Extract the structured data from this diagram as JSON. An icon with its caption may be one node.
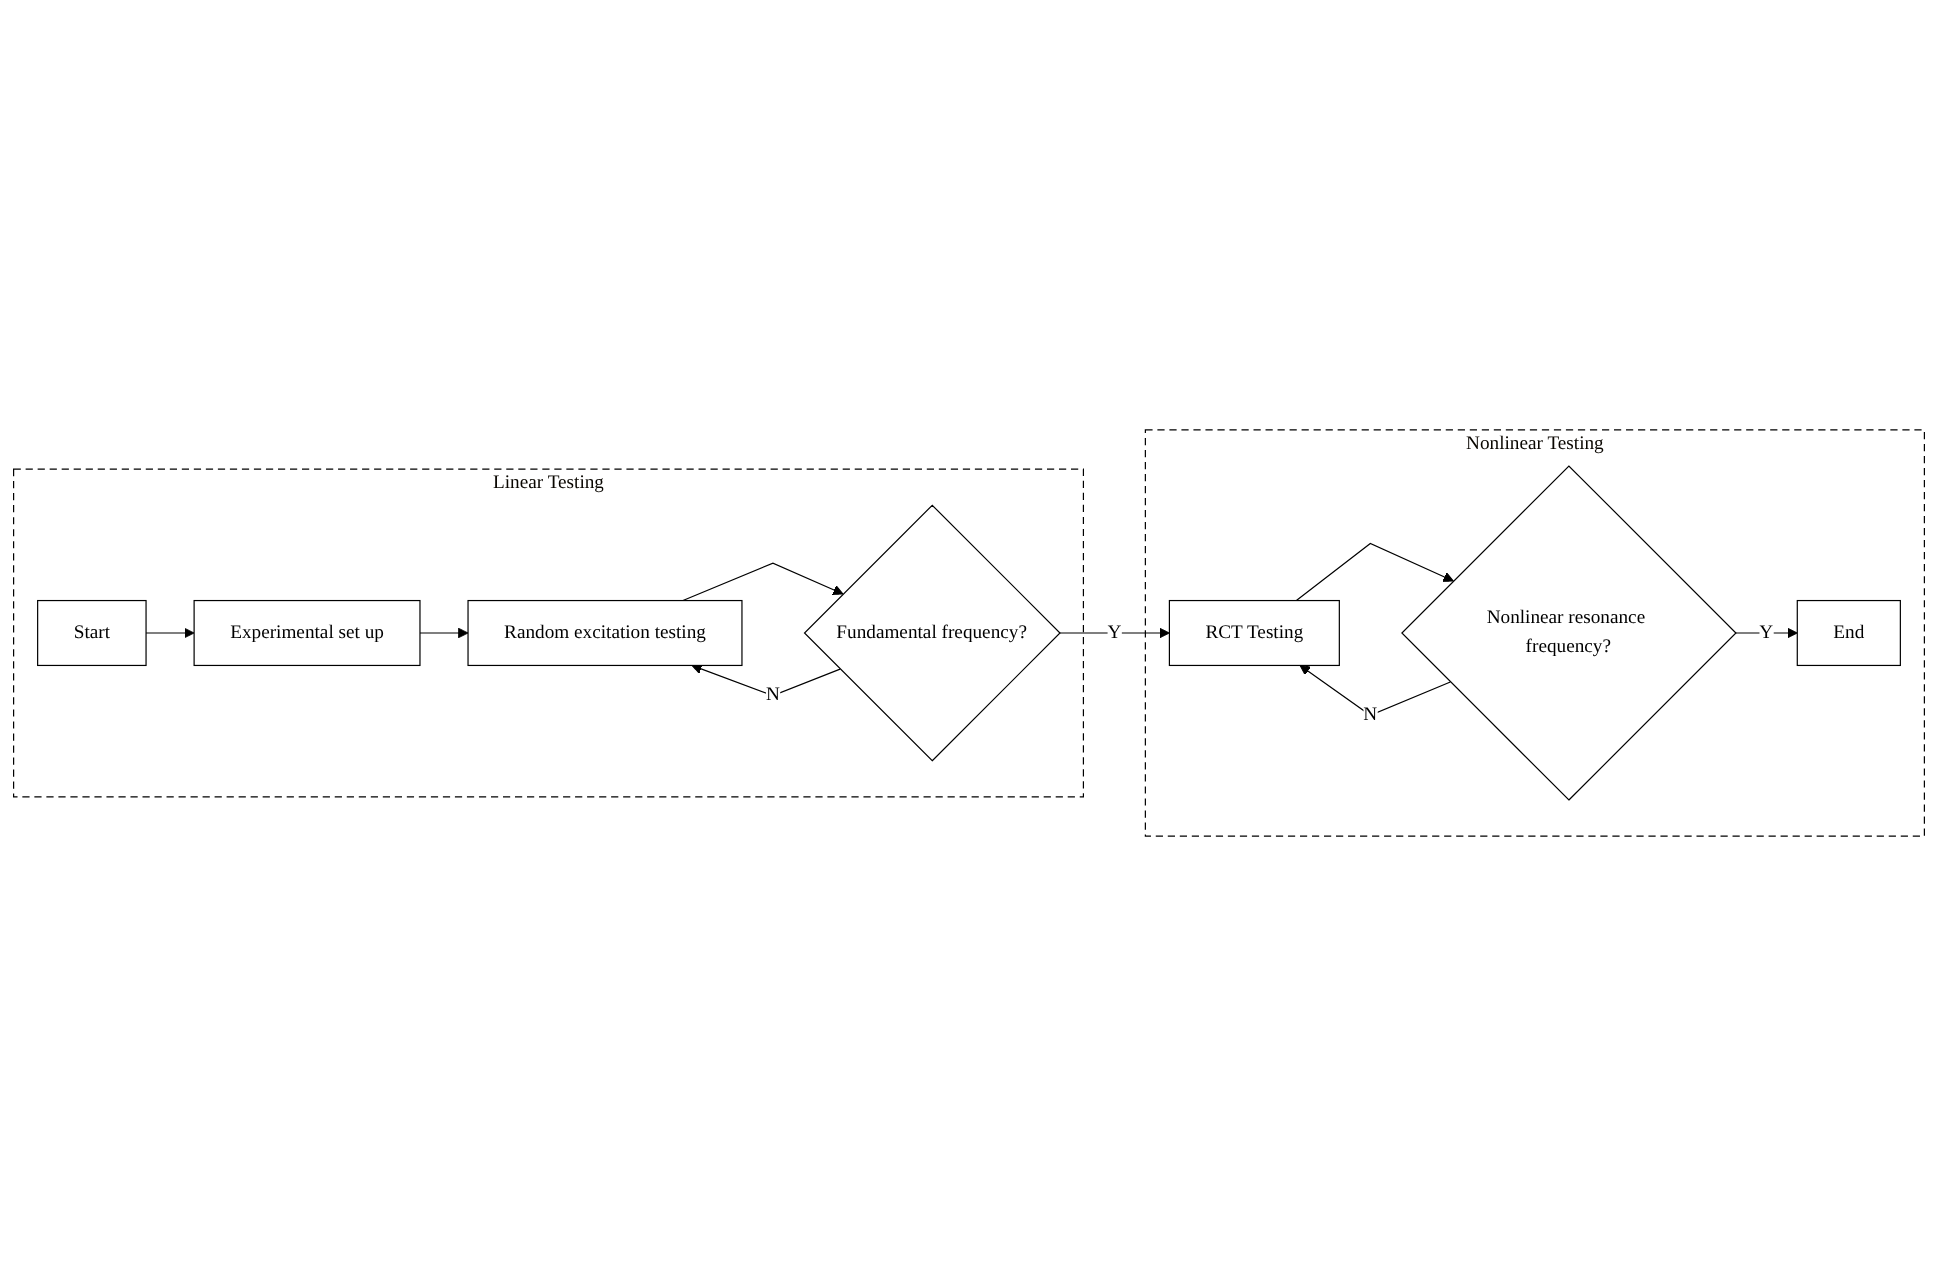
{
  "diagram": {
    "nodes": [
      {
        "text": [
          "Linear Testing"
        ]
      },
      {
        "text": [
          "Start"
        ],
        "in": 0
      },
      {
        "text": [
          "Experimental set up"
        ],
        "in": 0
      },
      {
        "text": [
          "Random excitation testing"
        ],
        "in": 0
      },
      {
        "text": [
          "Fundamental frequency?"
        ],
        "in": 0
      },
      {
        "text": [
          "Nonlinear Testing"
        ]
      },
      {
        "text": [
          "RCT Testing"
        ],
        "in": 5
      },
      {
        "text": [
          "Nonlinear resonance frequency?"
        ],
        "in": 5
      },
      {
        "text": [
          "End"
        ],
        "in": 5
      }
    ],
    "edges": [
      {
        "from": 1,
        "to": 2,
        "arrow": "to"
      },
      {
        "from": 2,
        "to": 3,
        "arrow": "to"
      },
      {
        "from": 3,
        "to": 4,
        "arrow": "to"
      },
      {
        "from": 4,
        "to": 3,
        "arrow": "to",
        "label": "N"
      },
      {
        "from": 4,
        "to": 6,
        "arrow": "to",
        "label": "Y"
      },
      {
        "from": 6,
        "to": 7,
        "arrow": "to"
      },
      {
        "from": 7,
        "to": 6,
        "arrow": "to",
        "label": "N"
      },
      {
        "from": 7,
        "to": 8,
        "arrow": "to",
        "label": "Y"
      }
    ]
  }
}
